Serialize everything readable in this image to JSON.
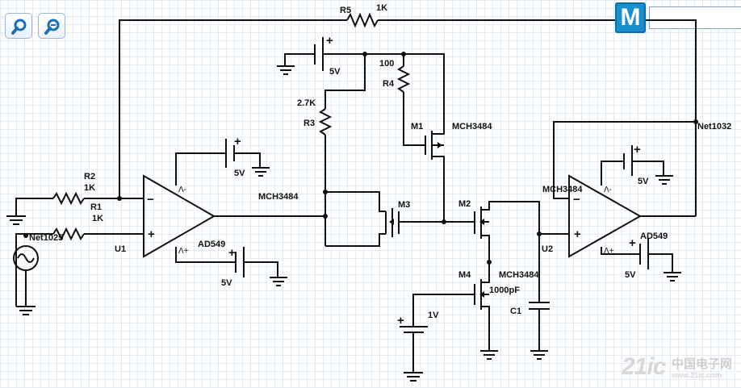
{
  "toolbar": {
    "zoom_in_icon": "zoom-in-icon",
    "zoom_out_icon": "zoom-out-icon",
    "logo_letter": "M",
    "search_value": ""
  },
  "labels": {
    "r5_name": "R5",
    "r5_value": "1K",
    "r2_name": "R2",
    "r2_value": "1K",
    "r1_name": "R1",
    "r1_value": "1K",
    "r3_name": "R3",
    "r3_value": "2.7K",
    "r4_name": "R4",
    "r4_value": "100",
    "u1_name": "U1",
    "u1_part": "AD549",
    "u2_name": "U2",
    "u2_part": "AD549",
    "m1_name": "M1",
    "m1_part": "MCH3484",
    "m2_name": "M2",
    "m2_part": "MCH3484",
    "m3_name": "M3",
    "m3_part": "MCH3484",
    "m4_name": "M4",
    "m4_part": "MCH3484",
    "c1_name": "C1",
    "c1_value": "1000pF",
    "net1025": "Net1025",
    "net1032": "Net1032",
    "v_5v": "5V",
    "v_1v": "1V",
    "plus": "+",
    "minus": "−",
    "rail_minus": "Λ-",
    "rail_plus": "Λ+"
  },
  "watermark": {
    "brand": "21ic",
    "cn": "中国电子网",
    "url": "www.21ic.com"
  },
  "colors": {
    "wire": "#111111",
    "grid": "#e4eaf2",
    "logo": "#1a8fd0",
    "button_border": "#9bb5d4"
  }
}
